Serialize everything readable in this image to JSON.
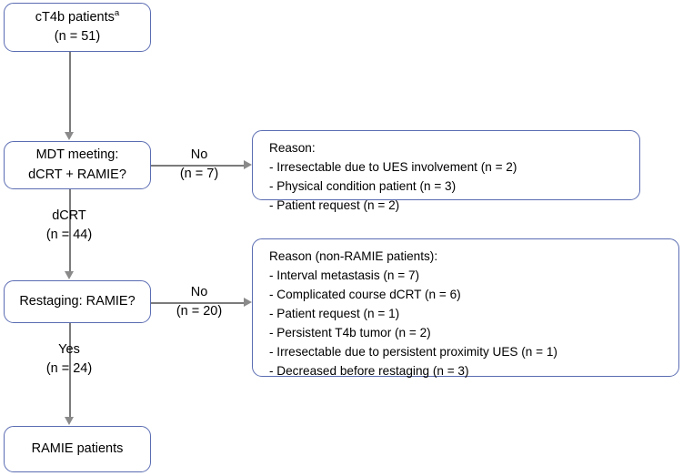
{
  "diagram": {
    "type": "flowchart",
    "title": "Patient selection flowchart",
    "colors": {
      "node_border": "#5a6cb2",
      "node_fill": "#ffffff",
      "connector": "#7b7b7b",
      "arrowhead": "#8a8a8a",
      "text": "#000000",
      "background": "#ffffff"
    }
  },
  "nodes": {
    "cohort": {
      "line1": "cT4b patients",
      "superscript": "a",
      "line2": "(n = 51)"
    },
    "mdt": {
      "line1": "MDT meeting:",
      "line2": "dCRT + RAMIE?"
    },
    "restaging": {
      "line1": "Restaging: RAMIE?"
    },
    "final": {
      "line1": "RAMIE patients"
    },
    "reason_mdt": {
      "header": "Reason:",
      "items": [
        "- Irresectable due to UES involvement (n = 2)",
        "- Physical condition patient (n = 3)",
        "- Patient request (n = 2)"
      ]
    },
    "reason_restaging": {
      "header": "Reason (non-RAMIE patients):",
      "items": [
        "- Interval metastasis (n = 7)",
        "- Complicated course dCRT (n = 6)",
        "- Patient request (n = 1)",
        "- Persistent T4b tumor (n = 2)",
        "- Irresectable due to persistent proximity UES (n = 1)",
        "- Decreased before restaging (n = 3)"
      ]
    }
  },
  "edges": {
    "mdt_no": {
      "label": "No",
      "count": "(n = 7)"
    },
    "mdt_yes": {
      "label": "dCRT",
      "count": "(n = 44)"
    },
    "restaging_no": {
      "label": "No",
      "count": "(n = 20)"
    },
    "restaging_yes": {
      "label": "Yes",
      "count": "(n = 24)"
    }
  }
}
